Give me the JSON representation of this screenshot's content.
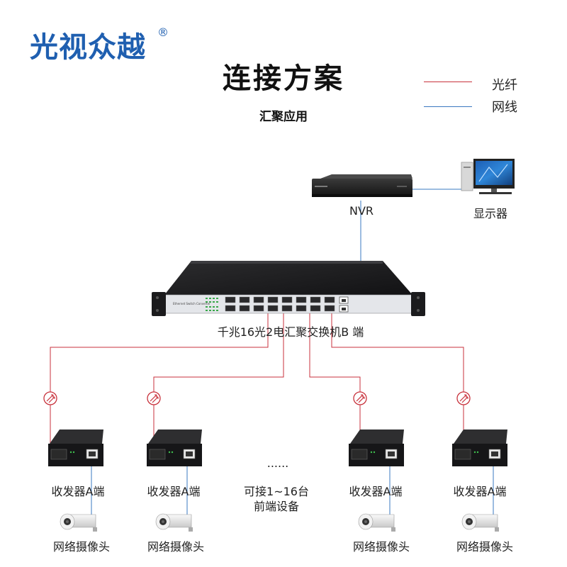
{
  "brand": {
    "name": "光视众越",
    "reg": "®"
  },
  "title": "连接方案",
  "subtitle": "汇聚应用",
  "legend": [
    {
      "label": "光纤",
      "color": "#c8323c"
    },
    {
      "label": "网线",
      "color": "#3a78c0"
    }
  ],
  "nodes": {
    "nvr": "NVR",
    "monitor": "显示器",
    "switch": "千兆16光2电汇聚交换机B 端",
    "transceiver": "收发器A端",
    "camera": "网络摄像头",
    "middle_line1": "可接1~16台",
    "middle_line2": "前端设备",
    "ellipsis": "......",
    "switch_panel_text": "Ethernet Switch Converter"
  }
}
